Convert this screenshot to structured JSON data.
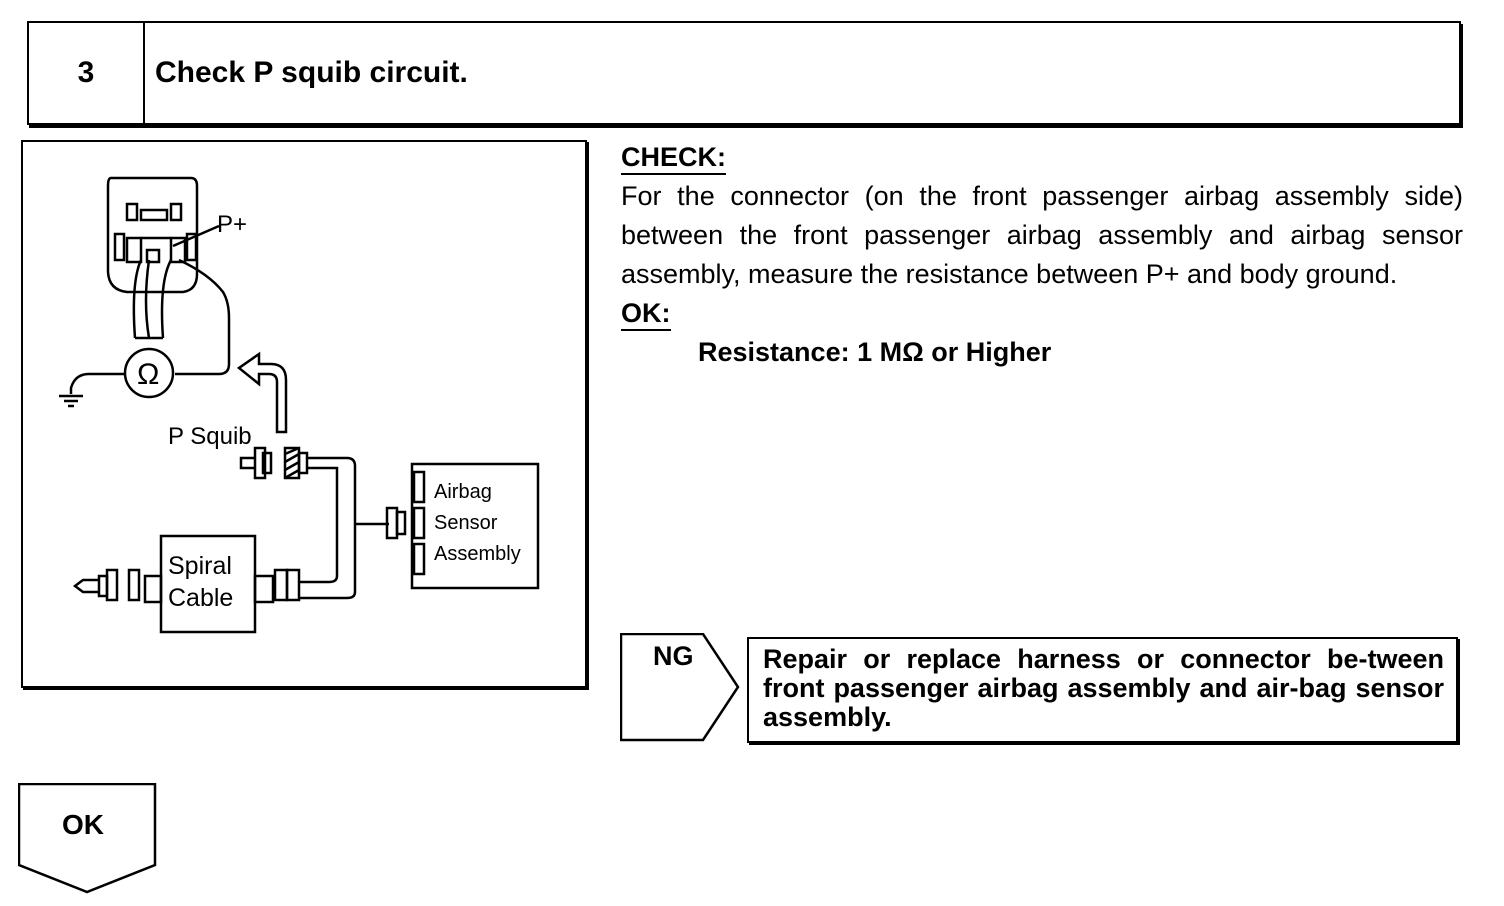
{
  "step": {
    "number": "3",
    "title": "Check P squib circuit."
  },
  "diagram": {
    "label_p_plus": "P+",
    "label_ohm": "Ω",
    "label_p_squib": "P Squib",
    "label_spiral_line1": "Spiral",
    "label_spiral_line2": "Cable",
    "label_airbag": "Airbag",
    "label_sensor": "Sensor",
    "label_assembly": "Assembly"
  },
  "check": {
    "heading": "CHECK:",
    "text": "For the connector (on the front passenger airbag assembly side) between the front passenger airbag assembly and airbag sensor assembly, measure the resistance between P+ and body ground.",
    "ok_heading": "OK:",
    "spec": "Resistance: 1 MΩ or Higher"
  },
  "ng": {
    "label": "NG",
    "action": "Repair or replace harness or connector be-tween front passenger airbag assembly and air-bag sensor assembly."
  },
  "ok": {
    "label": "OK"
  }
}
